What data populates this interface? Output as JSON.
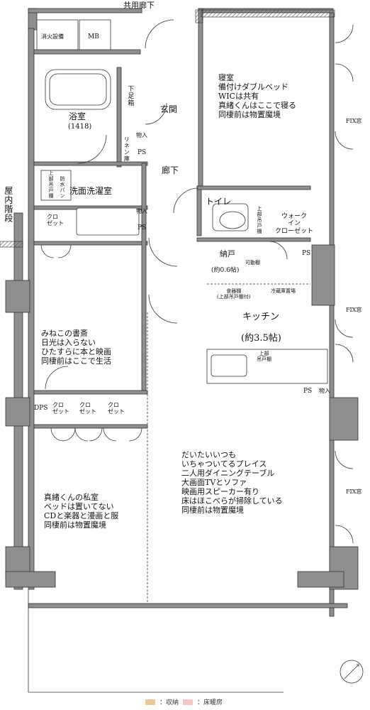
{
  "labels": {
    "common_corridor": "共用廊下",
    "fire": "消火設備",
    "mb": "MB",
    "shoebox": "下足箱",
    "entrance": "玄関",
    "bath": "浴室",
    "bath_size": "(1418)",
    "linen": "リネン庫",
    "storage_a": "物入",
    "ps_a": "PS",
    "hall": "廊下",
    "wash_upper": "上部吊戸棚",
    "waterpan": "防水パン",
    "washroom": "洗面洗濯室",
    "storage_b": "物入",
    "ps_b": "PS",
    "toilet": "トイレ",
    "toilet_upper": "上部吊戸棚",
    "wic": "ウォーク\nイン\nクローゼット",
    "ps_c": "PS",
    "pantry": "納戸",
    "pantry_size": "(約0.6帖)",
    "movable_shelf": "可動棚",
    "food_shelf": "食器棚\n(上部吊戸棚付)",
    "fridge": "冷蔵庫置場",
    "kitchen": "キッチン",
    "kitchen_size": "(約3.5帖)",
    "kitchen_upper": "上部\n吊戸棚",
    "ps_d": "PS",
    "storage_c": "物入",
    "closet_a": "クロ\nゼット",
    "closet_b": "クロ\nゼット",
    "closet_c": "クロ\nゼット",
    "closet_d": "クロ\nゼット",
    "dps": "DPS",
    "outdoor_stairs": "屋内階段",
    "fix_window_1": "FIX窓",
    "fix_window_2": "FIX窓",
    "fix_window_3": "FIX窓"
  },
  "notes": {
    "bedroom": [
      "寝室",
      "備付けダブルベッド",
      "WICは共有",
      "真緒くんはここで寝る",
      "同棲前は物置魔境"
    ],
    "study": [
      "みねこの書斎",
      "日光は入らない",
      "ひたすらに本と映画",
      "同棲前はここで生活"
    ],
    "living": [
      "だいたいいつも",
      "いちゃついてるプレイス",
      "二人用ダイニングテーブル",
      "大画面TVとソファ",
      "映画用スピーカー有り",
      "床はほこべらが掃除している",
      "同棲前は物置魔境"
    ],
    "private": [
      "真緒くんの私室",
      "ベッドは置いてない",
      "CDと楽器と漫画と服",
      "同棲前は物置魔境"
    ]
  },
  "legend": {
    "storage": "：収納",
    "floor_heat": "：床暖房"
  },
  "colors": {
    "storage": "#e9c99a",
    "floor_heat": "#f3c6c8",
    "wall": "#8a8a8a"
  }
}
